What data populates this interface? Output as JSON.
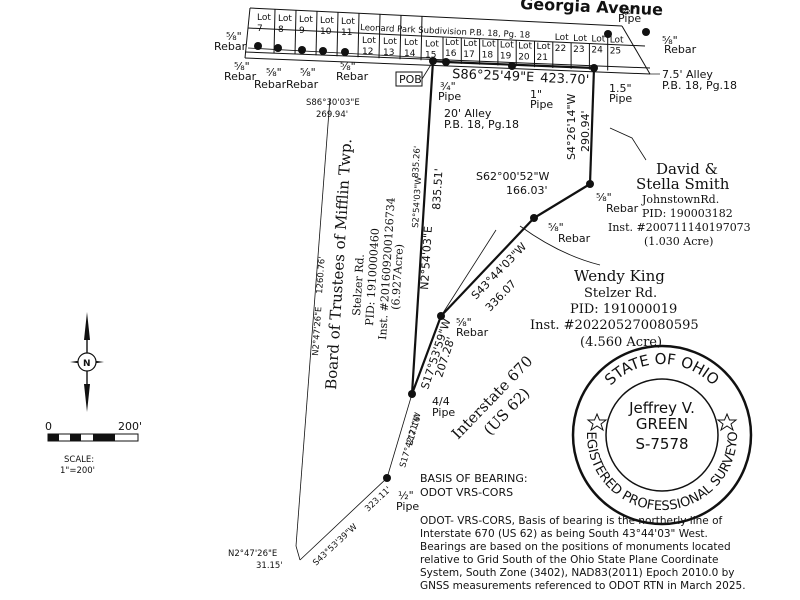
{
  "street": "Georgia Avenue",
  "subdivision": "Leonard Park Subdivision P.B. 18, Pg. 18",
  "lots_top": [
    {
      "label": "Lot",
      "num": "7"
    },
    {
      "label": "Lot",
      "num": "8"
    },
    {
      "label": "Lot",
      "num": "9"
    },
    {
      "label": "Lot",
      "num": "10"
    },
    {
      "label": "Lot",
      "num": "11"
    },
    {
      "label": "Lot",
      "num": "12"
    },
    {
      "label": "Lot",
      "num": "13"
    },
    {
      "label": "Lot",
      "num": "14"
    },
    {
      "label": "Lot",
      "num": "15"
    },
    {
      "label": "Lot",
      "num": "16"
    },
    {
      "label": "Lot",
      "num": "17"
    },
    {
      "label": "Lot",
      "num": "18"
    },
    {
      "label": "Lot",
      "num": "19"
    },
    {
      "label": "Lot",
      "num": "20"
    },
    {
      "label": "Lot",
      "num": "21"
    },
    {
      "label": "Lot",
      "num": "22"
    },
    {
      "label": "Lot",
      "num": "23"
    },
    {
      "label": "Lot",
      "num": "24"
    },
    {
      "label": "Lot",
      "num": "25"
    }
  ],
  "monuments": {
    "half_pipe": "½\"",
    "pipe": "Pipe",
    "five_eighths": "⅝\"",
    "rebar": "Rebar",
    "three_quarter": "¾\"",
    "one_inch": "1\"",
    "one_half": "1.5\"",
    "four_four": "4/4"
  },
  "pob": "POB",
  "bearings": {
    "b1": "S86°25'49\"E",
    "d1": "423.70'",
    "b2": "S86°30'03\"E",
    "d2": "269.94'",
    "b3": "S4°26'14\"W",
    "d3": "290.94'",
    "b4": "S62°00'52\"W",
    "d4": "166.03'",
    "b5": "S43°44'03\"W",
    "d5": "336.07",
    "b6": "S17°53'59\"W",
    "d6": "207.28'",
    "b7": "N2°54'03\"E",
    "d7": "835.51'",
    "b7b": "S2°54'03\"W",
    "d7b": "835.26'",
    "b8": "S17°42'21\"W",
    "d8": "217.16'",
    "b9": "S43°53'39\"W",
    "d9": "323.11'",
    "b10": "N2°47'26\"E",
    "d10": "1260.76'",
    "b11": "N2°47'26\"E",
    "d11": "31.15'"
  },
  "alleys": {
    "a1": "7.5' Alley",
    "a1b": "P.B. 18, Pg.18",
    "a2": "20' Alley",
    "a2b": "P.B. 18, Pg.18"
  },
  "smith": {
    "name1": "David &",
    "name2": "Stella Smith",
    "road": "JohnstownRd.",
    "pid": "PID: 190003182",
    "inst": "Inst. #200711140197073",
    "acre": "(1.030 Acre)"
  },
  "king": {
    "name": "Wendy King",
    "road": "Stelzer Rd.",
    "pid": "PID:  191000019",
    "inst": "Inst. #202205270080595",
    "acre": "(4.560 Acre)"
  },
  "board": {
    "name": "Board of Trustees of Mifflin Twp.",
    "road": "Stelzer Rd.",
    "pid": "PID: 1910000460",
    "inst": "Inst. #201609200126734",
    "acre": "(6.927Acre)"
  },
  "interstate": {
    "line1": "Interstate 670",
    "line2": "(US 62)"
  },
  "scale": {
    "zero": "0",
    "max": "200'",
    "label": "SCALE:",
    "ratio": "1\"=200'"
  },
  "north_glyph": "N",
  "basis": {
    "title1": "BASIS OF BEARING:",
    "title2": "ODOT VRS-CORS",
    "lines": [
      "ODOT- VRS-CORS, Basis of bearing is the northerly line of",
      "Interstate 670 (US 62) as being South 43°44'03\" West.",
      "Bearings are based on the positions of monuments located",
      "relative to Grid South of the Ohio State Plane Coordinate",
      "System, South Zone (3402), NAD83(2011) Epoch 2010.0 by",
      "GNSS measurements referenced to ODOT RTN in March 2025."
    ]
  },
  "seal": {
    "top": "STATE OF OHIO",
    "bottom": "REGISTERED PROFESSIONAL SURVEYOR",
    "name1": "Jeffrey V.",
    "name2": "GREEN",
    "number": "S-7578"
  }
}
